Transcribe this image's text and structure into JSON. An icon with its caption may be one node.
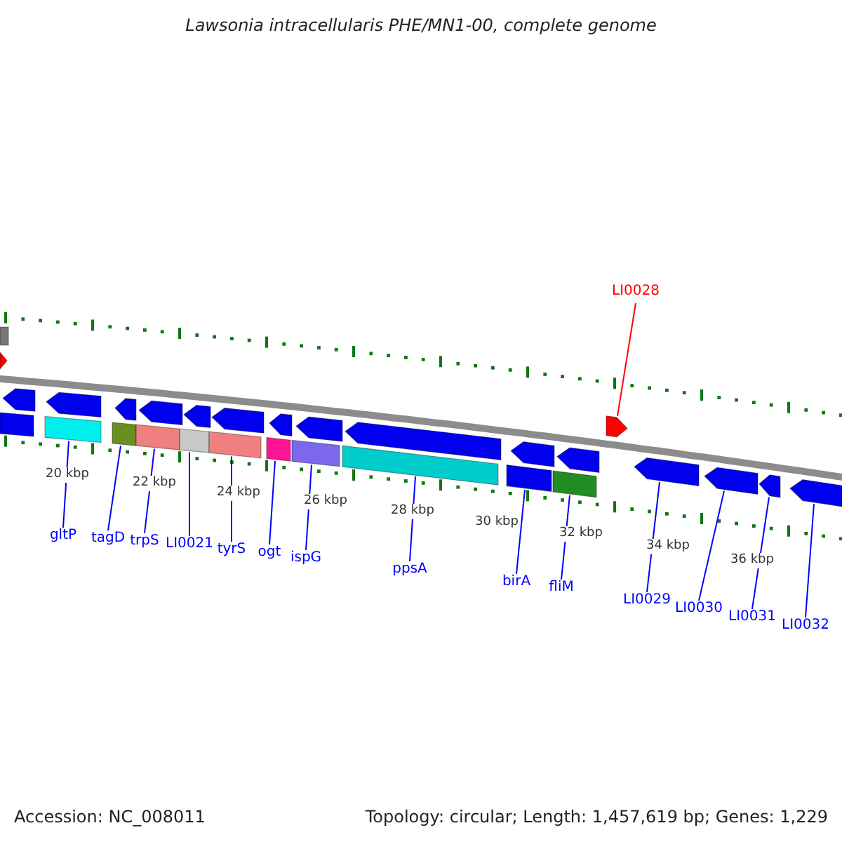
{
  "diagram": {
    "title": "Lawsonia intracellularis PHE/MN1-00, complete genome",
    "nodes": [
      {
        "text": [
          "LI0028"
        ]
      },
      {
        "text": [
          "gltP"
        ]
      },
      {
        "text": [
          "tagD"
        ]
      },
      {
        "text": [
          "trpS"
        ]
      },
      {
        "text": [
          "LI0021"
        ]
      },
      {
        "text": [
          "tyrS"
        ]
      },
      {
        "text": [
          "ogt"
        ]
      },
      {
        "text": [
          "ispG"
        ]
      },
      {
        "text": [
          "ppsA"
        ]
      },
      {
        "text": [
          "birA"
        ]
      },
      {
        "text": [
          "fliM"
        ]
      },
      {
        "text": [
          "LI0029"
        ]
      },
      {
        "text": [
          "LI0030"
        ]
      },
      {
        "text": [
          "LI0031"
        ]
      },
      {
        "text": [
          "LI0032"
        ]
      },
      {
        "text": [],
        "shape": "bar"
      },
      {
        "text": [],
        "shape": "bar"
      },
      {
        "text": [],
        "shape": "bar"
      },
      {
        "text": [],
        "shape": "bar"
      },
      {
        "text": [],
        "shape": "bar"
      },
      {
        "text": [],
        "shape": "bar"
      },
      {
        "text": [],
        "shape": "bar"
      },
      {
        "text": [],
        "shape": "bar"
      },
      {
        "text": [],
        "shape": "bar"
      },
      {
        "text": [],
        "shape": "bar"
      },
      {
        "text": [],
        "shape": "arrow"
      },
      {
        "text": [],
        "shape": "arrow"
      },
      {
        "text": [],
        "shape": "arrow"
      },
      {
        "text": [],
        "shape": "arrow"
      },
      {
        "text": [],
        "shape": "arrow"
      },
      {
        "text": [],
        "shape": "arrow"
      },
      {
        "text": [],
        "shape": "arrow"
      },
      {
        "text": [],
        "shape": "arrow"
      },
      {
        "text": [],
        "shape": "arrow"
      },
      {
        "text": [],
        "shape": "arrow"
      },
      {
        "text": [],
        "shape": "arrow"
      },
      {
        "text": [],
        "shape": "arrow"
      },
      {
        "text": [],
        "shape": "arrow"
      },
      {
        "text": [],
        "shape": "arrow"
      },
      {
        "text": [],
        "shape": "arrow"
      },
      {
        "text": [],
        "shape": "arrow"
      },
      {
        "text": [],
        "shape": "bar"
      },
      {
        "text": [],
        "shape": "bar"
      },
      {
        "text": [],
        "shape": "arrow"
      }
    ],
    "edges": [
      {
        "from": 0,
        "to": 25,
        "arrow": "none",
        "color": "#ff0000"
      },
      {
        "from": 1,
        "to": 15,
        "arrow": "none"
      },
      {
        "from": 2,
        "to": 16,
        "arrow": "none"
      },
      {
        "from": 3,
        "to": 17,
        "arrow": "none"
      },
      {
        "from": 4,
        "to": 18,
        "arrow": "none"
      },
      {
        "from": 5,
        "to": 19,
        "arrow": "none"
      },
      {
        "from": 6,
        "to": 20,
        "arrow": "none"
      },
      {
        "from": 7,
        "to": 21,
        "arrow": "none"
      },
      {
        "from": 8,
        "to": 22,
        "arrow": "none"
      },
      {
        "from": 9,
        "to": 23,
        "arrow": "none"
      },
      {
        "from": 10,
        "to": 24,
        "arrow": "none"
      },
      {
        "from": 11,
        "to": 26,
        "arrow": "none"
      },
      {
        "from": 12,
        "to": 27,
        "arrow": "none"
      },
      {
        "from": 13,
        "to": 28,
        "arrow": "none"
      },
      {
        "from": 14,
        "to": 29,
        "arrow": "none"
      }
    ],
    "labels": [
      "20 kbp",
      "22 kbp",
      "24 kbp",
      "26 kbp",
      "28 kbp",
      "30 kbp",
      "32 kbp",
      "34 kbp",
      "36 kbp",
      "Accession: NC_008011",
      "Topology: circular; Length: 1,457,619 bp; Genes: 1,229"
    ]
  }
}
